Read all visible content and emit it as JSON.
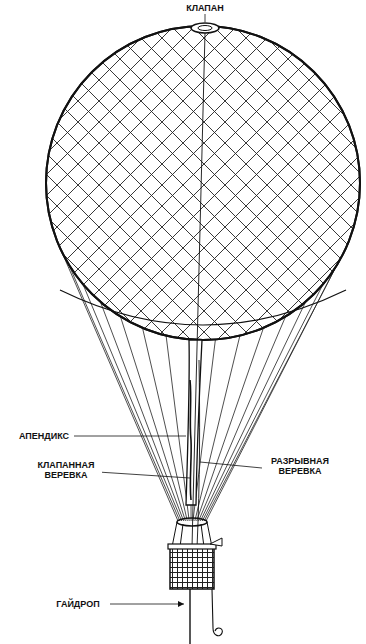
{
  "diagram": {
    "labels": [
      "КЛАПАН",
      "АПЕНДИКС",
      "КЛАПАННАЯ ВЕРЕВКА",
      "РАЗРЫВНАЯ ВЕРЕВКА",
      "ГАЙДРОП"
    ]
  }
}
